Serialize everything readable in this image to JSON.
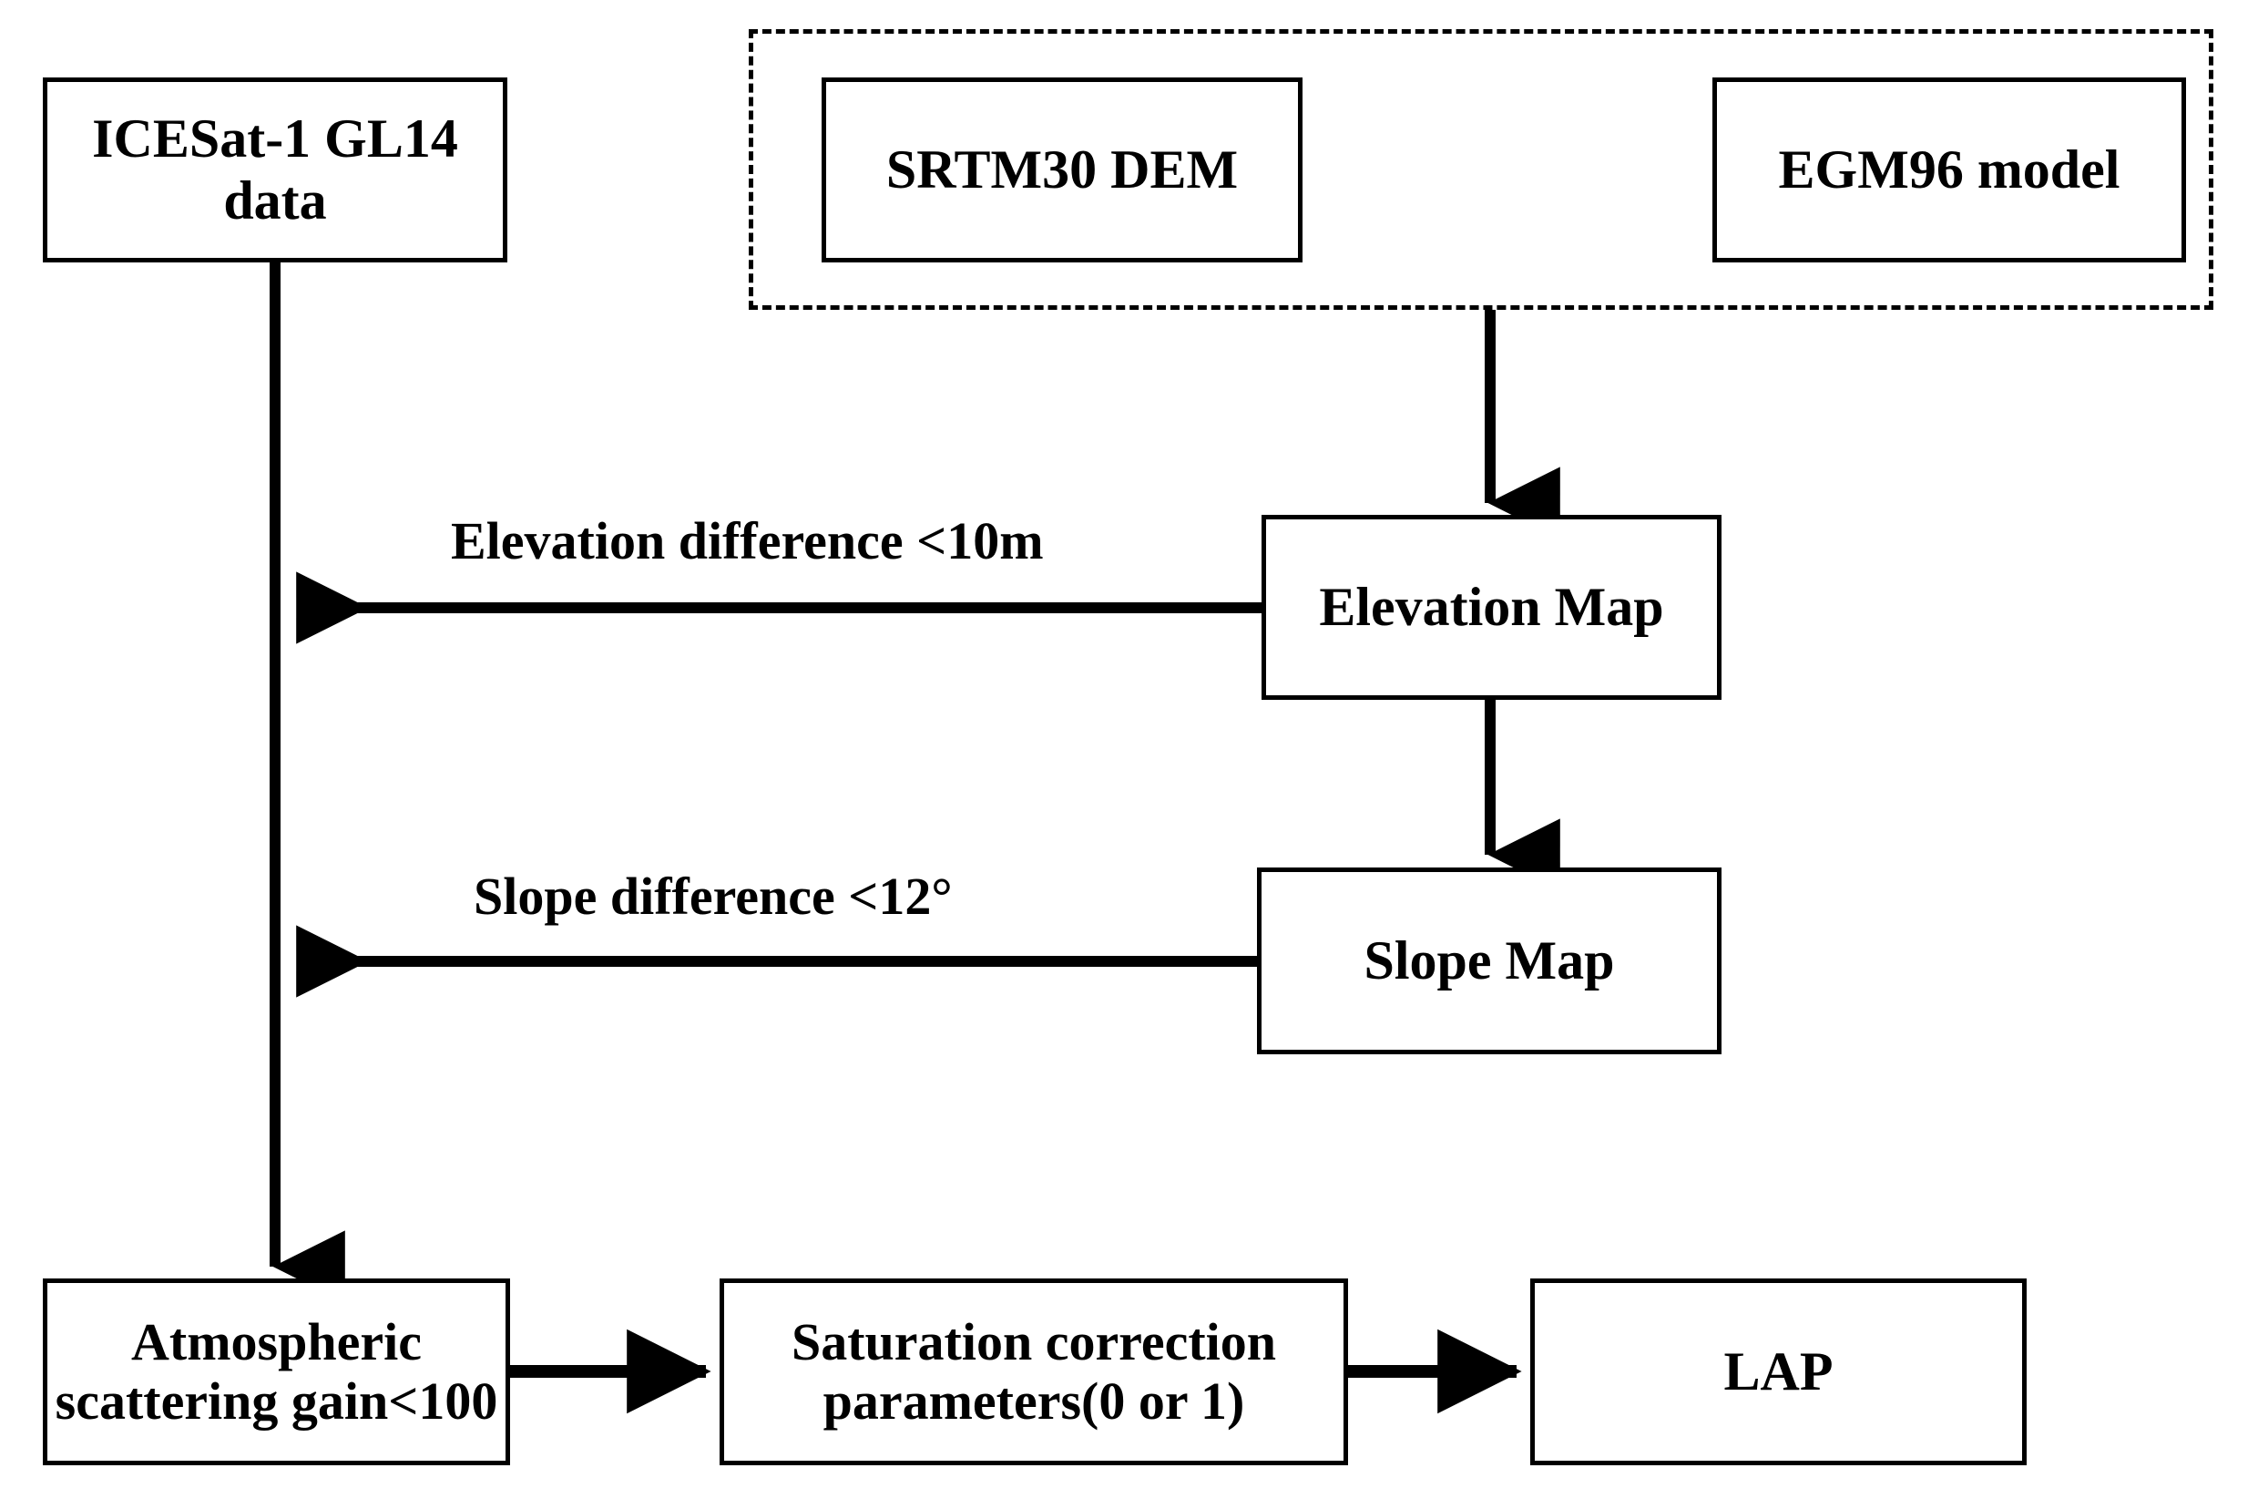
{
  "diagram": {
    "type": "flowchart",
    "title": "",
    "background_color": "#ffffff",
    "stroke_color": "#000000",
    "nodes": [
      {
        "id": "icesat",
        "label": "ICESat-1 GL14 data",
        "shape": "rectangle",
        "border": "solid"
      },
      {
        "id": "srtm",
        "label": "SRTM30 DEM",
        "shape": "rectangle",
        "border": "solid"
      },
      {
        "id": "egm",
        "label": "EGM96 model",
        "shape": "rectangle",
        "border": "solid"
      },
      {
        "id": "elevmap",
        "label": "Elevation Map",
        "shape": "rectangle",
        "border": "solid"
      },
      {
        "id": "slopemap",
        "label": "Slope Map",
        "shape": "rectangle",
        "border": "solid"
      },
      {
        "id": "atmos",
        "label": "Atmospheric scattering gain<100",
        "shape": "rectangle",
        "border": "solid"
      },
      {
        "id": "satcorr",
        "label": "Saturation correction parameters(0 or 1)",
        "shape": "rectangle",
        "border": "solid"
      },
      {
        "id": "lap",
        "label": "LAP",
        "shape": "rectangle",
        "border": "solid"
      }
    ],
    "groups": [
      {
        "id": "aux-data-group",
        "label": "",
        "border": "dashed",
        "contains": [
          "srtm",
          "egm"
        ]
      }
    ],
    "edges": [
      {
        "from": "aux-data-group",
        "to": "elevmap",
        "label": "",
        "direction": "down"
      },
      {
        "from": "elevmap",
        "to": "icesat",
        "label": "Elevation difference <10m",
        "direction": "left"
      },
      {
        "from": "elevmap",
        "to": "slopemap",
        "label": "",
        "direction": "down"
      },
      {
        "from": "slopemap",
        "to": "icesat",
        "label": "Slope difference <12°",
        "direction": "left"
      },
      {
        "from": "icesat",
        "to": "atmos",
        "label": "",
        "direction": "down"
      },
      {
        "from": "atmos",
        "to": "satcorr",
        "label": "",
        "direction": "right"
      },
      {
        "from": "satcorr",
        "to": "lap",
        "label": "",
        "direction": "right"
      }
    ]
  }
}
